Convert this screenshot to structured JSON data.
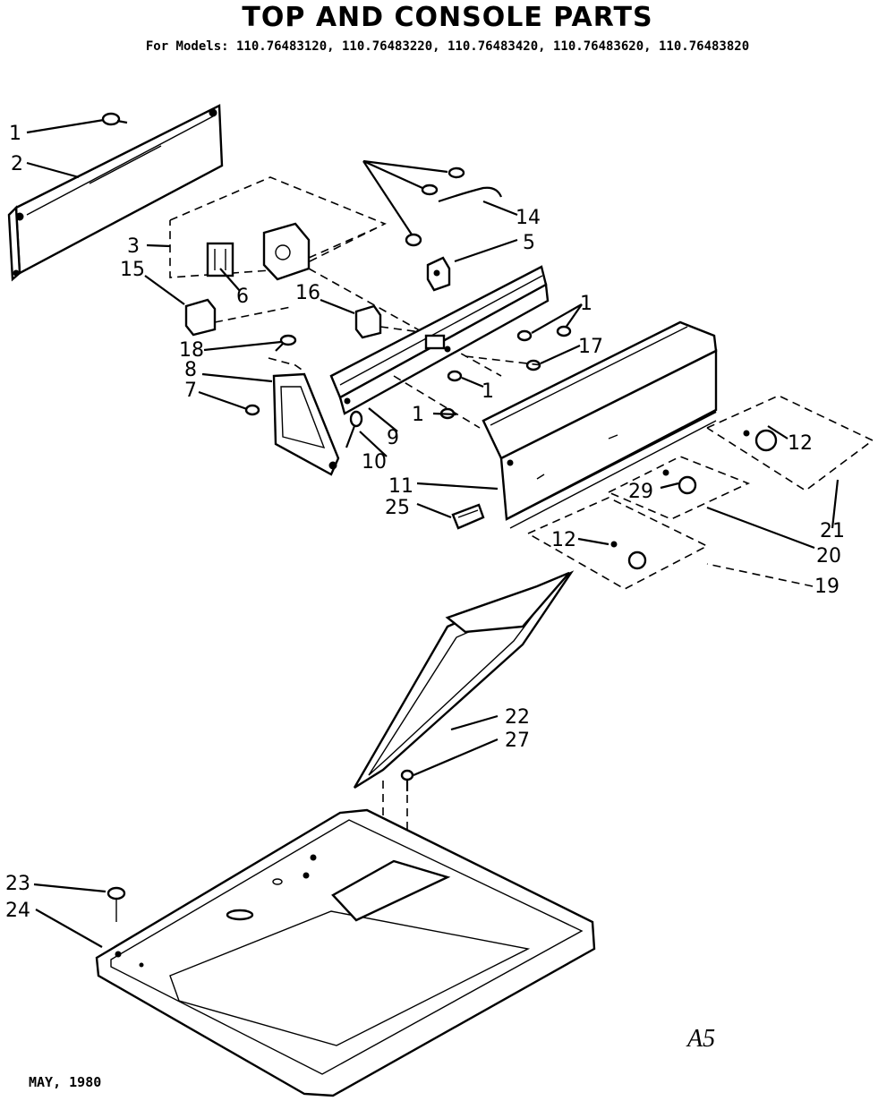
{
  "header": {
    "title": "TOP AND CONSOLE PARTS",
    "models": "For Models: 110.76483120, 110.76483220, 110.76483420, 110.76483620, 110.76483820"
  },
  "callouts": [
    "1",
    "2",
    "3",
    "15",
    "6",
    "16",
    "18",
    "8",
    "7",
    "9",
    "10",
    "1",
    "1",
    "14",
    "5",
    "1",
    "17",
    "11",
    "25",
    "12",
    "29",
    "21",
    "20",
    "12",
    "19",
    "22",
    "27",
    "23",
    "24"
  ],
  "footer": {
    "date": "MAY, 1980",
    "page_code": "A5"
  }
}
